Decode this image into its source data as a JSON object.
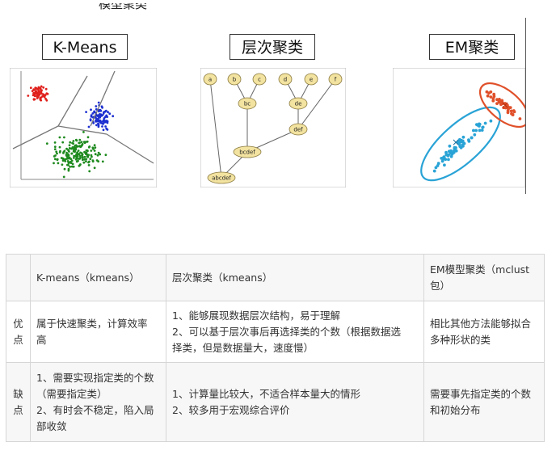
{
  "top_partial_text": "模型聚类",
  "labels": {
    "kmeans": "K-Means",
    "hier": "层次聚类",
    "em": "EM聚类"
  },
  "hier_nodes": [
    "a",
    "b",
    "c",
    "d",
    "e",
    "f",
    "bc",
    "de",
    "def",
    "bcdef",
    "abcdef"
  ],
  "table": {
    "headers": [
      "",
      "K-means（kmeans）",
      "层次聚类（kmeans）",
      "EM模型聚类（mclust\n包）"
    ],
    "rows": [
      {
        "label": "优\n点",
        "kmeans": "属于快速聚类，计算效率\n高",
        "hier": "1、能够展现数据层次结构，易于理解\n2、可以基于层次事后再选择类的个数（根据数据选\n择类，但是数据量大，速度慢）",
        "em": "相比其他方法能够拟合\n多种形状的类"
      },
      {
        "label": "缺\n点",
        "kmeans": "1、需要实现指定类的个数\n（需要指定类）\n2、有时会不稳定，陷入局\n部收敛",
        "hier": "1、计算量比较大，不适合样本量大的情形\n2、较多用于宏观综合评价",
        "em": "需要事先指定类的个数\n和初始分布"
      }
    ]
  },
  "colors": {
    "red": "#e0201c",
    "blue": "#1c2fd0",
    "green": "#1e8a1e",
    "em_blue": "#29a3d6",
    "em_red": "#e0502a",
    "node_fill": "#f3e3a0"
  }
}
